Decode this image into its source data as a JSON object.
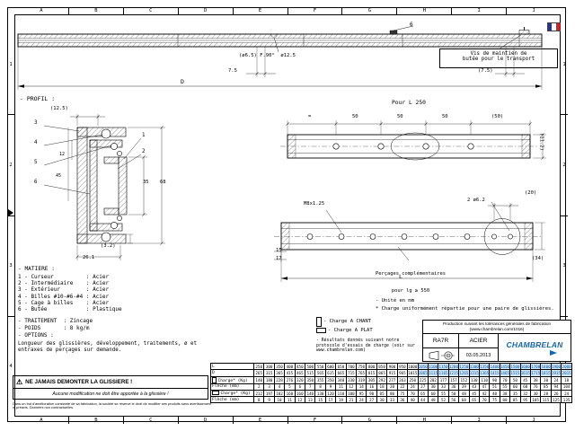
{
  "frame": {
    "cols": [
      "A",
      "B",
      "C",
      "D",
      "E",
      "F",
      "G",
      "H",
      "I",
      "J"
    ],
    "rows": [
      "1",
      "2",
      "3",
      "4"
    ]
  },
  "flag": {
    "colors": [
      "#27348b",
      "#ffffff",
      "#d0232e"
    ]
  },
  "icons": {
    "warning": "⚠"
  },
  "top": {
    "callout6": "6",
    "transport_note_l1": "Vis de maintien de",
    "transport_note_l2": "butée pour le transport",
    "hole_dim": "(ø6.5) F.90°  ø12.5",
    "dim_left": "7.5",
    "dim_right": "(7.5)",
    "dim_total": "D"
  },
  "view250": {
    "title": "Pour L 250",
    "equal": "=",
    "dims": [
      "50",
      "50",
      "50"
    ],
    "dim_right": "(50)",
    "dim_height": "(11.2)"
  },
  "drilling": {
    "thread": "M8x1.25",
    "holes": "2 ø6.2",
    "dim_20": "(20)",
    "dim_15": "15",
    "dim_17": "17",
    "dim_34": "(34)",
    "note_l1": "Perçages complémentaires",
    "note_l2": "pour lg ≥ 550",
    "dim_length": "L"
  },
  "profil": {
    "title": "- PROFIL :",
    "dim_top": "(12.5)",
    "dim_inner": "35",
    "dim_outer": "68",
    "dim_depth": "26.1",
    "dim_thick": "(3.2)",
    "dim_left1": "45",
    "dim_left2": "12",
    "callouts": [
      "1",
      "2",
      "3",
      "4",
      "5",
      "6"
    ]
  },
  "matiere": {
    "title": "- MATIERE :",
    "lines": [
      "1 - Curseur          : Acier",
      "2 - Intermédiaire    : Acier",
      "3 - Extérieur        : Acier",
      "4 - Billes #10-#6-#4 : Acier",
      "5 - Cage à billes    : Acier",
      "6 - Butée            : Plastique"
    ],
    "traitement_line": "- TRAITEMENT  : Zincage",
    "poids_line": "- POIDS       : 8 kg/m",
    "options_line": "- OPTIONS :",
    "footnote": "Longueur des glissières, développement, traitements, ø et entraxes de perçages sur demande."
  },
  "notes": {
    "unit": "- Unité en mm",
    "load": "* Charge uniformément répartie pour une paire de glissières.",
    "chant": "- Charge A CHANT",
    "plat": "- Charge A PLAT",
    "results": "- Résultats donnés suivant notre protocole d'essais de charge (voir sur www.chambrelan.com)"
  },
  "warning": {
    "line1": "NE JAMAIS DEMONTER LA GLISSIERE !",
    "line2": "Aucune modification ne doit être apportée à la glissière !",
    "fineprint": "Dans un but d'amélioration constante de sa fabrication, la société se réserve le droit de modifier ses produits sans avertissement ni préavis. Données non contractuelles."
  },
  "titleblock": {
    "tolerance": "Production suivant les tolérances générales de fabrication (www.chambrelan.com/1016)",
    "ref": "RA7R",
    "material": "ACIER",
    "brand": "CHAMBRELAN",
    "date": "03.05.2013",
    "accent": "#1266ad"
  },
  "table": {
    "row_labels": [
      "L",
      "D",
      "Charge* (Kg)",
      "Flèche (mm)",
      "Charge* (Kg)",
      "Flèche (mm)"
    ],
    "highlight_from_index": 16,
    "highlight_color": "#cfe6f7",
    "highlight_text": "#0a57a3",
    "L": [
      250,
      300,
      350,
      400,
      450,
      500,
      550,
      600,
      650,
      700,
      750,
      800,
      850,
      900,
      950,
      1000,
      1050,
      1100,
      1150,
      1200,
      1250,
      1300,
      1350,
      1400,
      1450,
      1500,
      1600,
      1700,
      1800,
      1900,
      2000
    ],
    "D": [
      265,
      315,
      365,
      415,
      465,
      515,
      565,
      615,
      665,
      715,
      765,
      815,
      865,
      915,
      965,
      1015,
      1065,
      1115,
      1165,
      1215,
      1265,
      1315,
      1365,
      1415,
      1465,
      1515,
      1615,
      1715,
      1815,
      1915,
      2015
    ],
    "charge_chant": [
      140,
      180,
      228,
      276,
      320,
      350,
      355,
      350,
      340,
      330,
      319,
      305,
      292,
      277,
      263,
      250,
      225,
      202,
      177,
      157,
      152,
      130,
      110,
      90,
      70,
      50,
      45,
      38,
      30,
      24,
      18
    ],
    "fleche_chant": [
      2,
      3,
      4,
      5,
      6,
      7,
      8,
      9,
      11,
      12,
      14,
      16,
      18,
      20,
      22,
      24,
      27,
      30,
      33,
      36,
      39,
      43,
      47,
      51,
      55,
      60,
      68,
      76,
      85,
      94,
      104
    ],
    "charge_plat": [
      212,
      197,
      182,
      168,
      160,
      140,
      130,
      120,
      110,
      100,
      95,
      90,
      85,
      80,
      75,
      70,
      65,
      60,
      55,
      50,
      48,
      45,
      42,
      40,
      38,
      35,
      32,
      30,
      28,
      26,
      24
    ],
    "fleche_plat": [
      8,
      9,
      10,
      11,
      12,
      13,
      15,
      17,
      19,
      21,
      24,
      27,
      30,
      33,
      36,
      40,
      44,
      48,
      52,
      56,
      60,
      65,
      70,
      75,
      80,
      85,
      95,
      105,
      115,
      125,
      135
    ]
  }
}
